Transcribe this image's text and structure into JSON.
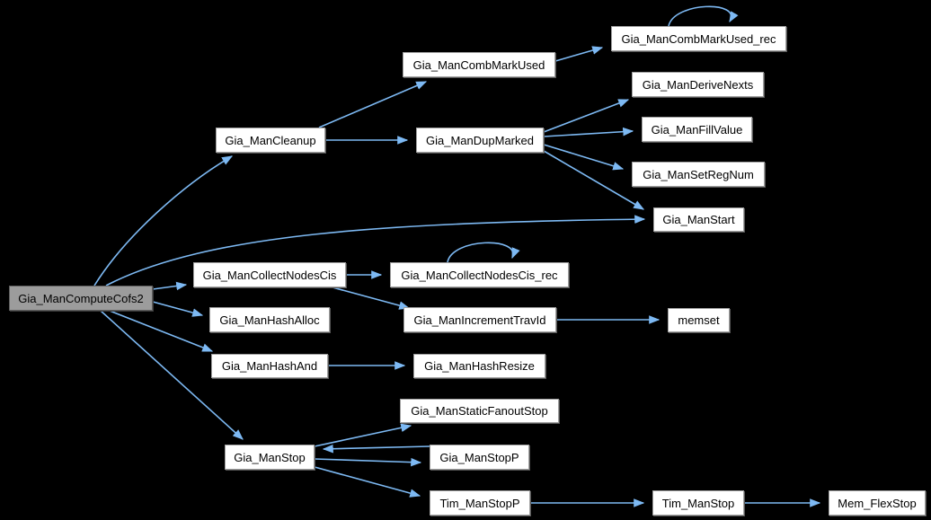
{
  "diagram": {
    "type": "call-graph",
    "background_color": "#000000",
    "edge_color": "#7db9f3",
    "node_fill": "#ffffff",
    "node_border_color": "#a0a0a0",
    "root_fill": "#9c9c9c",
    "text_color": "#000000",
    "nodes": [
      {
        "id": "Gia_ManComputeCofs2",
        "label": "Gia_ManComputeCofs2",
        "role": "root"
      },
      {
        "id": "Gia_ManCleanup",
        "label": "Gia_ManCleanup",
        "role": "callee"
      },
      {
        "id": "Gia_ManCombMarkUsed",
        "label": "Gia_ManCombMarkUsed",
        "role": "callee"
      },
      {
        "id": "Gia_ManCombMarkUsed_rec",
        "label": "Gia_ManCombMarkUsed_rec",
        "role": "callee"
      },
      {
        "id": "Gia_ManDupMarked",
        "label": "Gia_ManDupMarked",
        "role": "callee"
      },
      {
        "id": "Gia_ManDeriveNexts",
        "label": "Gia_ManDeriveNexts",
        "role": "callee"
      },
      {
        "id": "Gia_ManFillValue",
        "label": "Gia_ManFillValue",
        "role": "callee"
      },
      {
        "id": "Gia_ManSetRegNum",
        "label": "Gia_ManSetRegNum",
        "role": "callee"
      },
      {
        "id": "Gia_ManStart",
        "label": "Gia_ManStart",
        "role": "callee"
      },
      {
        "id": "Gia_ManCollectNodesCis",
        "label": "Gia_ManCollectNodesCis",
        "role": "callee"
      },
      {
        "id": "Gia_ManCollectNodesCis_rec",
        "label": "Gia_ManCollectNodesCis_rec",
        "role": "callee"
      },
      {
        "id": "Gia_ManHashAlloc",
        "label": "Gia_ManHashAlloc",
        "role": "callee"
      },
      {
        "id": "Gia_ManIncrementTravId",
        "label": "Gia_ManIncrementTravId",
        "role": "callee"
      },
      {
        "id": "memset",
        "label": "memset",
        "role": "callee"
      },
      {
        "id": "Gia_ManHashAnd",
        "label": "Gia_ManHashAnd",
        "role": "callee"
      },
      {
        "id": "Gia_ManHashResize",
        "label": "Gia_ManHashResize",
        "role": "callee"
      },
      {
        "id": "Gia_ManStaticFanoutStop",
        "label": "Gia_ManStaticFanoutStop",
        "role": "callee"
      },
      {
        "id": "Gia_ManStop",
        "label": "Gia_ManStop",
        "role": "callee"
      },
      {
        "id": "Gia_ManStopP",
        "label": "Gia_ManStopP",
        "role": "callee"
      },
      {
        "id": "Tim_ManStopP",
        "label": "Tim_ManStopP",
        "role": "callee"
      },
      {
        "id": "Tim_ManStop",
        "label": "Tim_ManStop",
        "role": "callee"
      },
      {
        "id": "Mem_FlexStop",
        "label": "Mem_FlexStop",
        "role": "callee"
      }
    ],
    "edges": [
      {
        "from": "Gia_ManComputeCofs2",
        "to": "Gia_ManCleanup"
      },
      {
        "from": "Gia_ManComputeCofs2",
        "to": "Gia_ManStart"
      },
      {
        "from": "Gia_ManComputeCofs2",
        "to": "Gia_ManCollectNodesCis"
      },
      {
        "from": "Gia_ManComputeCofs2",
        "to": "Gia_ManHashAlloc"
      },
      {
        "from": "Gia_ManComputeCofs2",
        "to": "Gia_ManHashAnd"
      },
      {
        "from": "Gia_ManComputeCofs2",
        "to": "Gia_ManStop"
      },
      {
        "from": "Gia_ManCleanup",
        "to": "Gia_ManCombMarkUsed"
      },
      {
        "from": "Gia_ManCleanup",
        "to": "Gia_ManDupMarked"
      },
      {
        "from": "Gia_ManCombMarkUsed",
        "to": "Gia_ManCombMarkUsed_rec"
      },
      {
        "from": "Gia_ManCombMarkUsed_rec",
        "to": "Gia_ManCombMarkUsed_rec"
      },
      {
        "from": "Gia_ManDupMarked",
        "to": "Gia_ManDeriveNexts"
      },
      {
        "from": "Gia_ManDupMarked",
        "to": "Gia_ManFillValue"
      },
      {
        "from": "Gia_ManDupMarked",
        "to": "Gia_ManSetRegNum"
      },
      {
        "from": "Gia_ManDupMarked",
        "to": "Gia_ManStart"
      },
      {
        "from": "Gia_ManCollectNodesCis",
        "to": "Gia_ManCollectNodesCis_rec"
      },
      {
        "from": "Gia_ManCollectNodesCis",
        "to": "Gia_ManIncrementTravId"
      },
      {
        "from": "Gia_ManCollectNodesCis_rec",
        "to": "Gia_ManCollectNodesCis_rec"
      },
      {
        "from": "Gia_ManIncrementTravId",
        "to": "memset"
      },
      {
        "from": "Gia_ManHashAnd",
        "to": "Gia_ManHashResize"
      },
      {
        "from": "Gia_ManStop",
        "to": "Gia_ManStaticFanoutStop"
      },
      {
        "from": "Gia_ManStop",
        "to": "Gia_ManStopP"
      },
      {
        "from": "Gia_ManStopP",
        "to": "Gia_ManStop"
      },
      {
        "from": "Gia_ManStop",
        "to": "Tim_ManStopP"
      },
      {
        "from": "Tim_ManStopP",
        "to": "Tim_ManStop"
      },
      {
        "from": "Tim_ManStop",
        "to": "Mem_FlexStop"
      }
    ]
  }
}
